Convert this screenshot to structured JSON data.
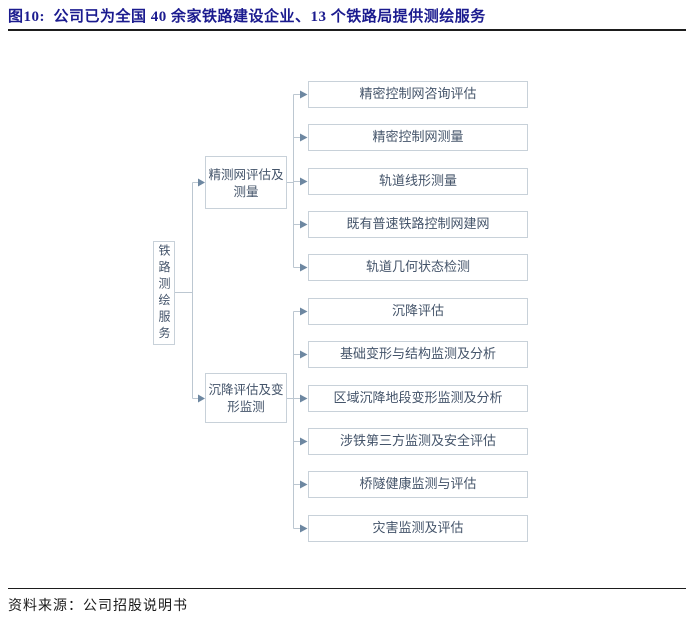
{
  "page": {
    "title": "图10:  公司已为全国 40 余家铁路建设企业、13 个铁路局提供测绘服务",
    "source": "资料来源：公司招股说明书"
  },
  "colors": {
    "title_text": "#1b1b8f",
    "rule": "#1d1d1d",
    "box_border": "#c8d1d9",
    "box_text": "#44546a",
    "connector_line": "#bcc7d1",
    "arrow": "#6d87a1"
  },
  "chart_data": {
    "type": "tree-diagram",
    "root": "铁路测绘服务",
    "branches": [
      {
        "label": "精测网评估及测量",
        "children": [
          "精密控制网咨询评估",
          "精密控制网测量",
          "轨道线形测量",
          "既有普速铁路控制网建网",
          "轨道几何状态检测"
        ]
      },
      {
        "label": "沉降评估及变形监测",
        "children": [
          "沉降评估",
          "基础变形与结构监测及分析",
          "区域沉降地段变形监测及分析",
          "涉铁第三方监测及安全评估",
          "桥隧健康监测与评估",
          "灾害监测及评估"
        ]
      }
    ]
  }
}
